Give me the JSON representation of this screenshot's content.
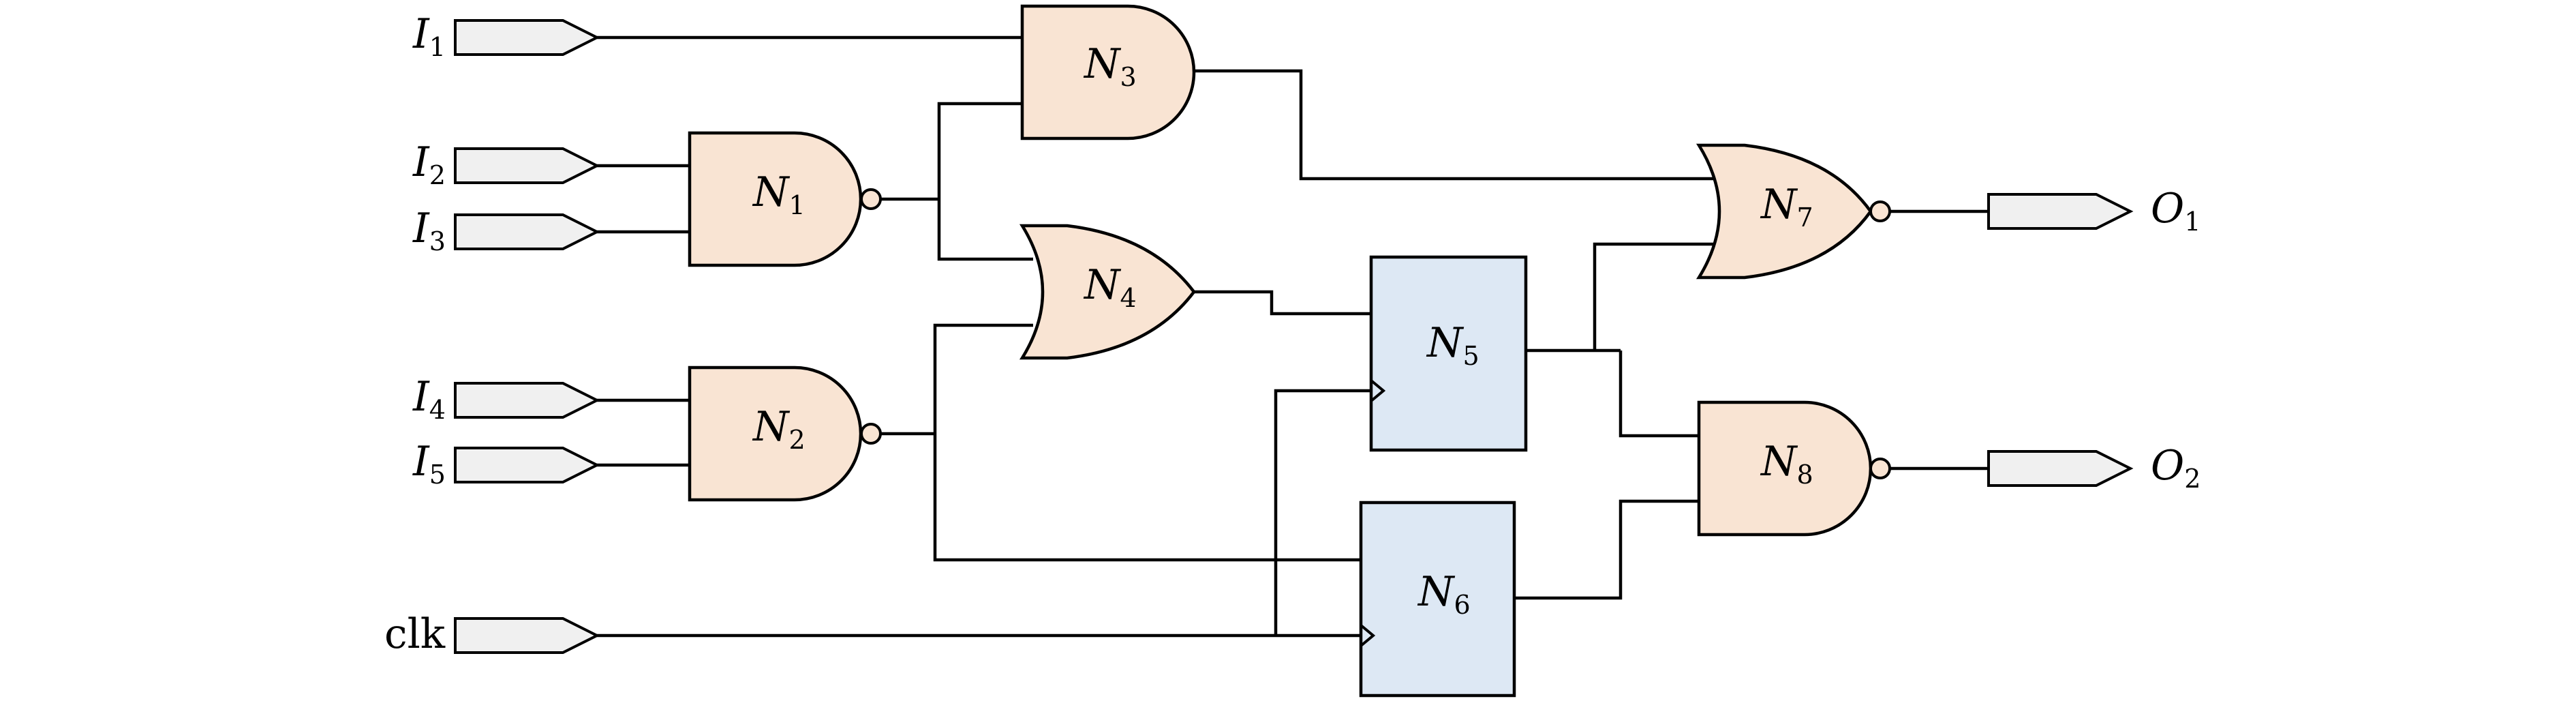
{
  "colors": {
    "gate_fill": "#f9e4d3",
    "flipflop_fill": "#dde8f4",
    "port_fill": "#f0f0f0",
    "line": "#000000"
  },
  "inputs": [
    {
      "id": "I1",
      "main": "I",
      "sub": "1"
    },
    {
      "id": "I2",
      "main": "I",
      "sub": "2"
    },
    {
      "id": "I3",
      "main": "I",
      "sub": "3"
    },
    {
      "id": "I4",
      "main": "I",
      "sub": "4"
    },
    {
      "id": "I5",
      "main": "I",
      "sub": "5"
    },
    {
      "id": "clk",
      "main": "clk",
      "sub": ""
    }
  ],
  "outputs": [
    {
      "id": "O1",
      "main": "O",
      "sub": "1"
    },
    {
      "id": "O2",
      "main": "O",
      "sub": "2"
    }
  ],
  "gates": [
    {
      "id": "N1",
      "type": "NAND",
      "main": "N",
      "sub": "1"
    },
    {
      "id": "N2",
      "type": "NAND",
      "main": "N",
      "sub": "2"
    },
    {
      "id": "N3",
      "type": "AND",
      "main": "N",
      "sub": "3"
    },
    {
      "id": "N4",
      "type": "OR",
      "main": "N",
      "sub": "4"
    },
    {
      "id": "N7",
      "type": "NOR",
      "main": "N",
      "sub": "7"
    },
    {
      "id": "N8",
      "type": "NAND",
      "main": "N",
      "sub": "8"
    }
  ],
  "flipflops": [
    {
      "id": "N5",
      "main": "N",
      "sub": "5"
    },
    {
      "id": "N6",
      "main": "N",
      "sub": "6"
    }
  ]
}
